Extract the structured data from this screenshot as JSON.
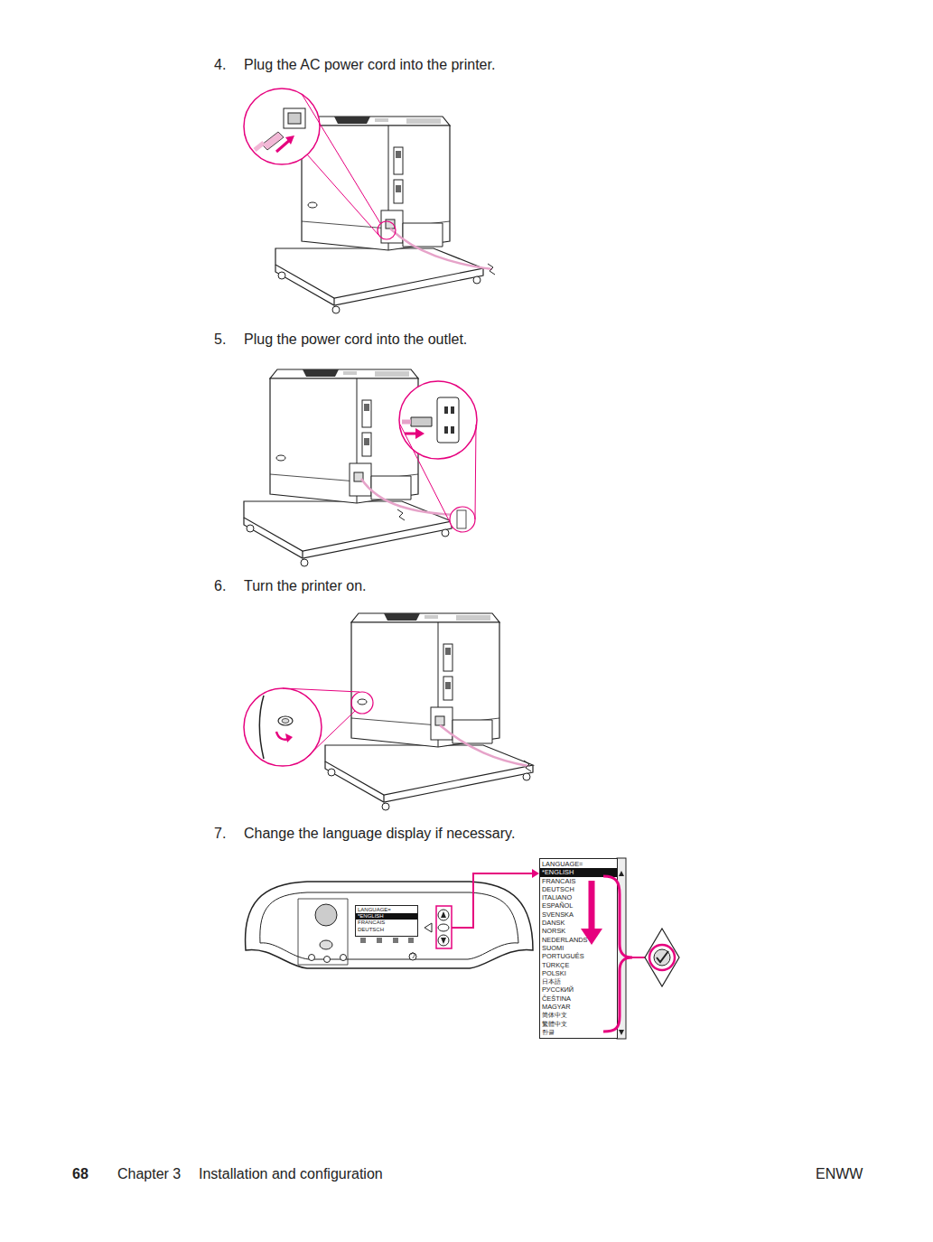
{
  "diagram": {
    "nodes": [
      {
        "text": [
          "LANGUAGE=",
          "*ENGLISH",
          "FRANCAIS",
          "DEUTSCH"
        ]
      },
      {
        "text": [
          "LANGUAGE=",
          "*ENGLISH",
          "FRANCAIS",
          "DEUTSCH",
          "ITALIANO",
          "ESPAÑOL",
          "SVENSKA",
          "DANSK",
          "NORSK",
          "NEDERLANDS",
          "SUOMI",
          "PORTUGUÊS",
          "TÜRKÇE",
          "POLSKI",
          "日本語",
          "РУССКИЙ",
          "ČEŠTINA",
          "MAGYAR",
          "简体中文",
          "繁體中文",
          "한글"
        ]
      }
    ],
    "labels": [
      "4.",
      "Plug the AC power cord into the printer.",
      "5.",
      "Plug the power cord into the outlet.",
      "6.",
      "Turn the printer on.",
      "7.",
      "Change the language display if necessary.",
      "68",
      "Chapter 3",
      "Installation and configuration",
      "ENWW"
    ]
  }
}
